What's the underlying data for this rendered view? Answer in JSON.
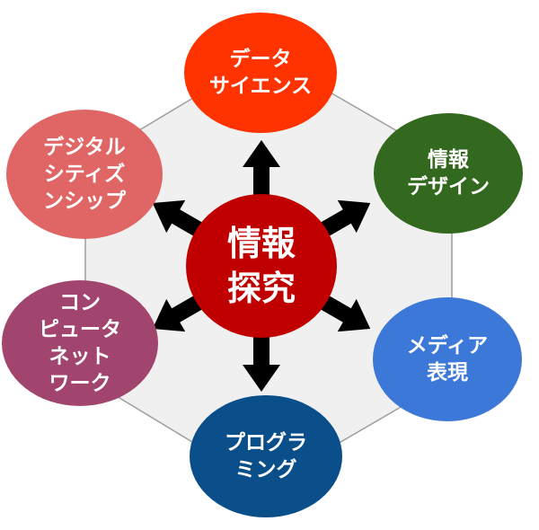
{
  "center": {
    "lines": [
      "情報",
      "探究"
    ],
    "color": "#c00000"
  },
  "nodes": [
    {
      "id": "data-science",
      "lines": [
        "データ",
        "サイエンス"
      ],
      "color": "#ff3300"
    },
    {
      "id": "info-design",
      "lines": [
        "情報",
        "デザイン"
      ],
      "color": "#33691e"
    },
    {
      "id": "media",
      "lines": [
        "メディア",
        "表現"
      ],
      "color": "#3b78d8"
    },
    {
      "id": "programming",
      "lines": [
        "プログラ",
        "ミング"
      ],
      "color": "#0b4f8a"
    },
    {
      "id": "network",
      "lines": [
        "コン",
        "ピュータ",
        "ネット",
        "ワーク"
      ],
      "color": "#a2456e"
    },
    {
      "id": "citizenship",
      "lines": [
        "デジタル",
        "シティズ",
        "ンシップ"
      ],
      "color": "#e06666"
    }
  ],
  "colors": {
    "hexagon_fill": "#f0f0f0",
    "hexagon_stroke": "#9e9e9e",
    "arrow": "#000000"
  }
}
